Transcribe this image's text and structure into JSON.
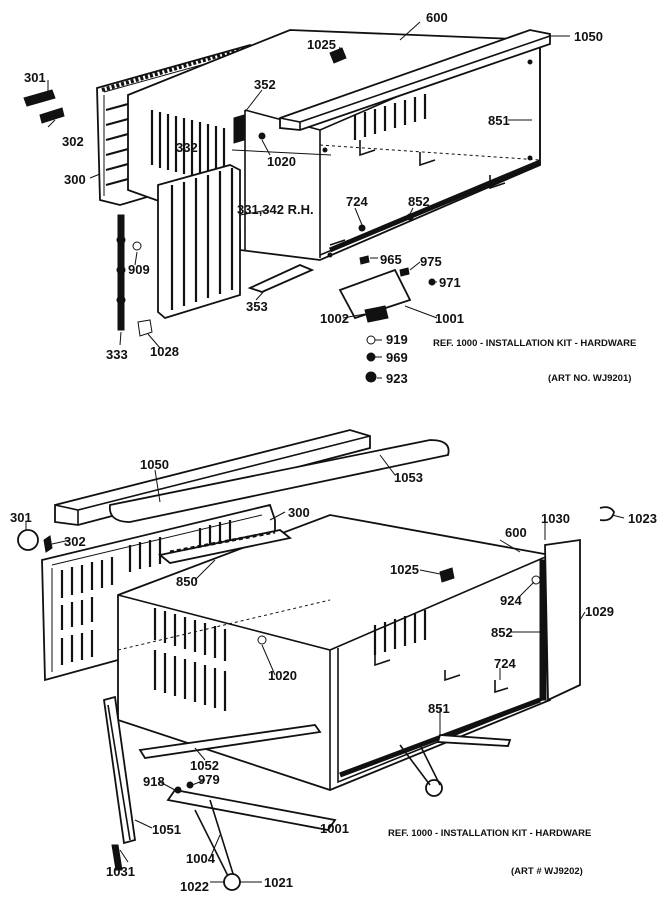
{
  "top": {
    "labels": {
      "p301": "301",
      "p302": "302",
      "p300": "300",
      "p600": "600",
      "p1025": "1025",
      "p1050": "1050",
      "p352": "352",
      "p332": "332",
      "p851": "851",
      "p1020": "1020",
      "p331": "331,342 R.H.",
      "p724": "724",
      "p852": "852",
      "p909": "909",
      "p965": "965",
      "p975": "975",
      "p971": "971",
      "p353": "353",
      "p1002": "1002",
      "p1001": "1001",
      "p919": "919",
      "p969": "969",
      "p923": "923",
      "p333": "333",
      "p1028": "1028"
    },
    "ref_note": "REF. 1000 - INSTALLATION KIT - HARDWARE",
    "art_no": "(ART NO. WJ9201)"
  },
  "bottom": {
    "labels": {
      "p1050": "1050",
      "p1053": "1053",
      "p301": "301",
      "p302": "302",
      "p300": "300",
      "p600": "600",
      "p1030": "1030",
      "p1023": "1023",
      "p850": "850",
      "p1025": "1025",
      "p924": "924",
      "p1029": "1029",
      "p852": "852",
      "p1020": "1020",
      "p724": "724",
      "p851": "851",
      "p1052": "1052",
      "p918": "918",
      "p979": "979",
      "p1051": "1051",
      "p1001": "1001",
      "p1004": "1004",
      "p1031": "1031",
      "p1022": "1022",
      "p1021": "1021"
    },
    "ref_note": "REF. 1000 - INSTALLATION KIT - HARDWARE",
    "art_no": "(ART # WJ9202)"
  }
}
